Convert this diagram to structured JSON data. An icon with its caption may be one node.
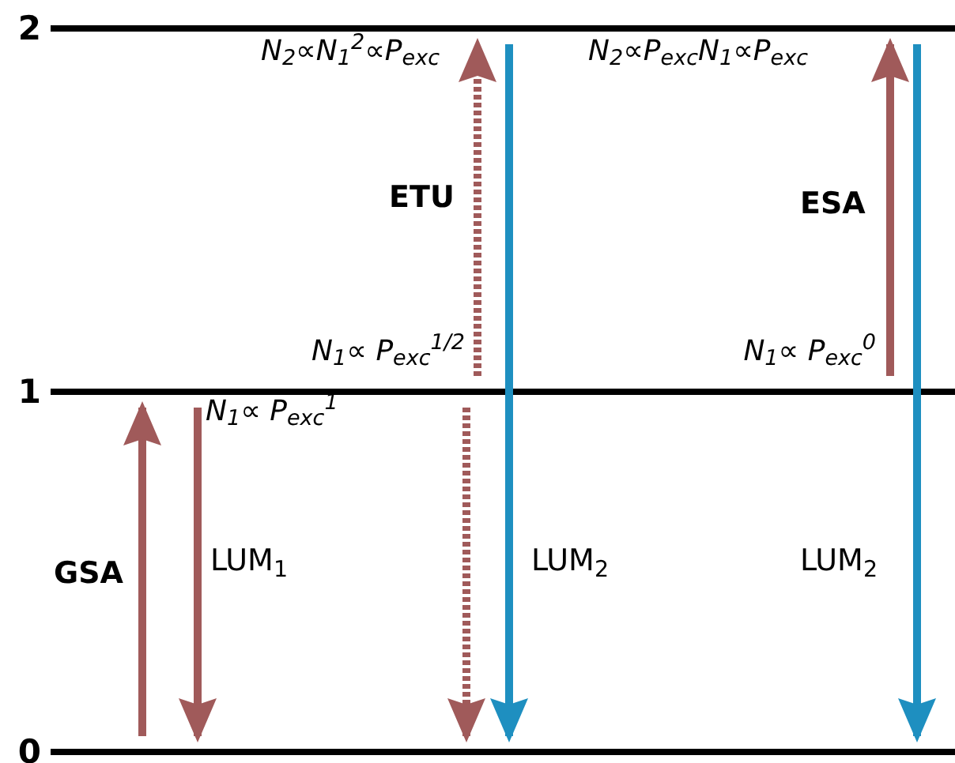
{
  "diagram": {
    "nodes": [
      {
        "text": [
          "2"
        ]
      },
      {
        "text": [
          "1"
        ]
      },
      {
        "text": [
          "0"
        ]
      }
    ],
    "edges": [
      {
        "from": 2,
        "to": 1,
        "arrow": "to",
        "label": "GSA"
      },
      {
        "from": 1,
        "to": 2,
        "arrow": "to",
        "label": "LUM$_{1}$"
      },
      {
        "from": 1,
        "to": 0,
        "arrow": "to",
        "label": "ETU",
        "style": "dashed"
      },
      {
        "from": 1,
        "to": 2,
        "arrow": "to",
        "style": "dashed"
      },
      {
        "from": 0,
        "to": 2,
        "arrow": "to",
        "label": "LUM$_{2}$",
        "color": "#1e8fc0"
      },
      {
        "from": 1,
        "to": 0,
        "arrow": "to",
        "label": "ESA"
      },
      {
        "from": 0,
        "to": 2,
        "arrow": "to",
        "label": "LUM$_{2}$",
        "color": "#1e8fc0"
      }
    ],
    "labels": [
      "N$_{2}$∝N$_{1}$$^{2}$∝P$_{exc}$",
      "N$_{2}$∝P$_{exc}$N$_{1}$∝P$_{exc}$",
      "N$_{1}$∝ P$_{exc}$$^{1/2}$",
      "N$_{1}$∝ P$_{exc}$$^{0}$",
      "N$_{1}$∝ P$_{exc}$$^{1}$"
    ]
  }
}
